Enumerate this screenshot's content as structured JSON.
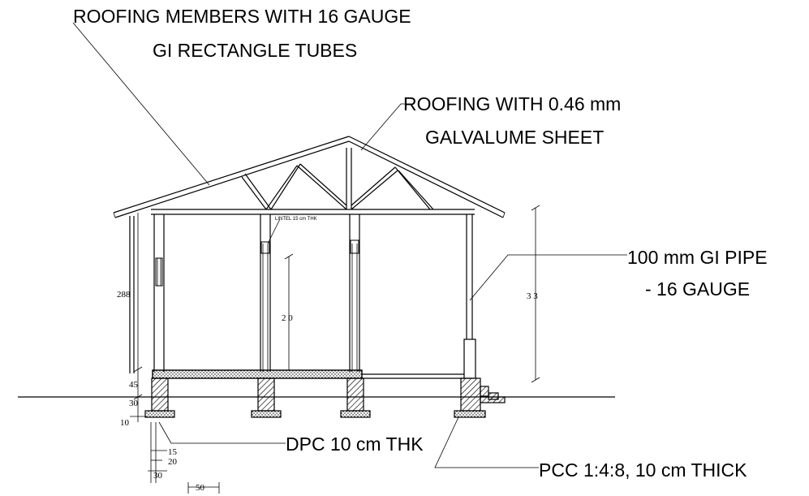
{
  "annotations": {
    "roof_members_line1": "ROOFING MEMBERS WITH 16 GAUGE",
    "roof_members_line2": "GI RECTANGLE TUBES",
    "roof_sheet_line1": "ROOFING WITH 0.46 mm",
    "roof_sheet_line2": "GALVALUME SHEET",
    "pipe_line1": "100 mm GI PIPE",
    "pipe_line2": "- 16 GAUGE",
    "dpc": "DPC 10 cm THK",
    "pcc": "PCC 1:4:8, 10 cm THICK",
    "lintel": "LINTEL 15 cm THK"
  },
  "dimensions": {
    "left_height": "288",
    "inner_height": "2 0",
    "right_height": "3 3",
    "plinth": "45",
    "foundation_depth": "30",
    "pcc_thickness": "10",
    "dim_15": "15",
    "dim_20": "20",
    "dim_30": "30",
    "dim_50": "50"
  }
}
